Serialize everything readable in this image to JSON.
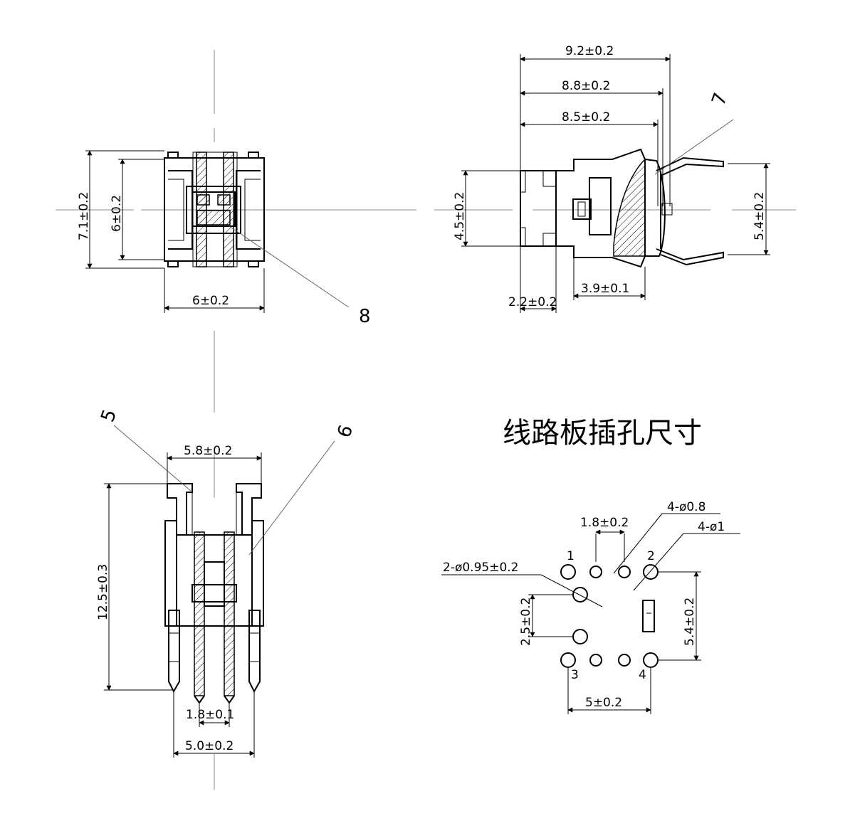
{
  "top_view": {
    "dim_height_outer": "7.1±0.2",
    "dim_height_inner": "6±0.2",
    "dim_width": "6±0.2",
    "callout": "8"
  },
  "side_view": {
    "dim_len_92": "9.2±0.2",
    "dim_len_88": "8.8±0.2",
    "dim_len_85": "8.5±0.2",
    "dim_height_45": "4.5±0.2",
    "dim_pin_54": "5.4±0.2",
    "dim_22": "2.2±0.2",
    "dim_39": "3.9±0.1",
    "callout": "7"
  },
  "front_view": {
    "callout_5": "5",
    "callout_6": "6",
    "dim_top_width": "5.8±0.2",
    "dim_height": "12.5±0.3",
    "dim_pitch": "1.8±0.1",
    "dim_bottom_width": "5.0±0.2"
  },
  "pcb_layout": {
    "title": "线路板插孔尺寸",
    "dim_hole_08": "4-ø0.8",
    "dim_hole_1": "4-ø1",
    "dim_pitch_18": "1.8±0.2",
    "dim_hole_095": "2-ø0.95±0.2",
    "dim_25": "2.5±0.2",
    "dim_54": "5.4±0.2",
    "dim_5": "5±0.2",
    "pin_1": "1",
    "pin_2": "2",
    "pin_3": "3",
    "pin_4": "4"
  }
}
